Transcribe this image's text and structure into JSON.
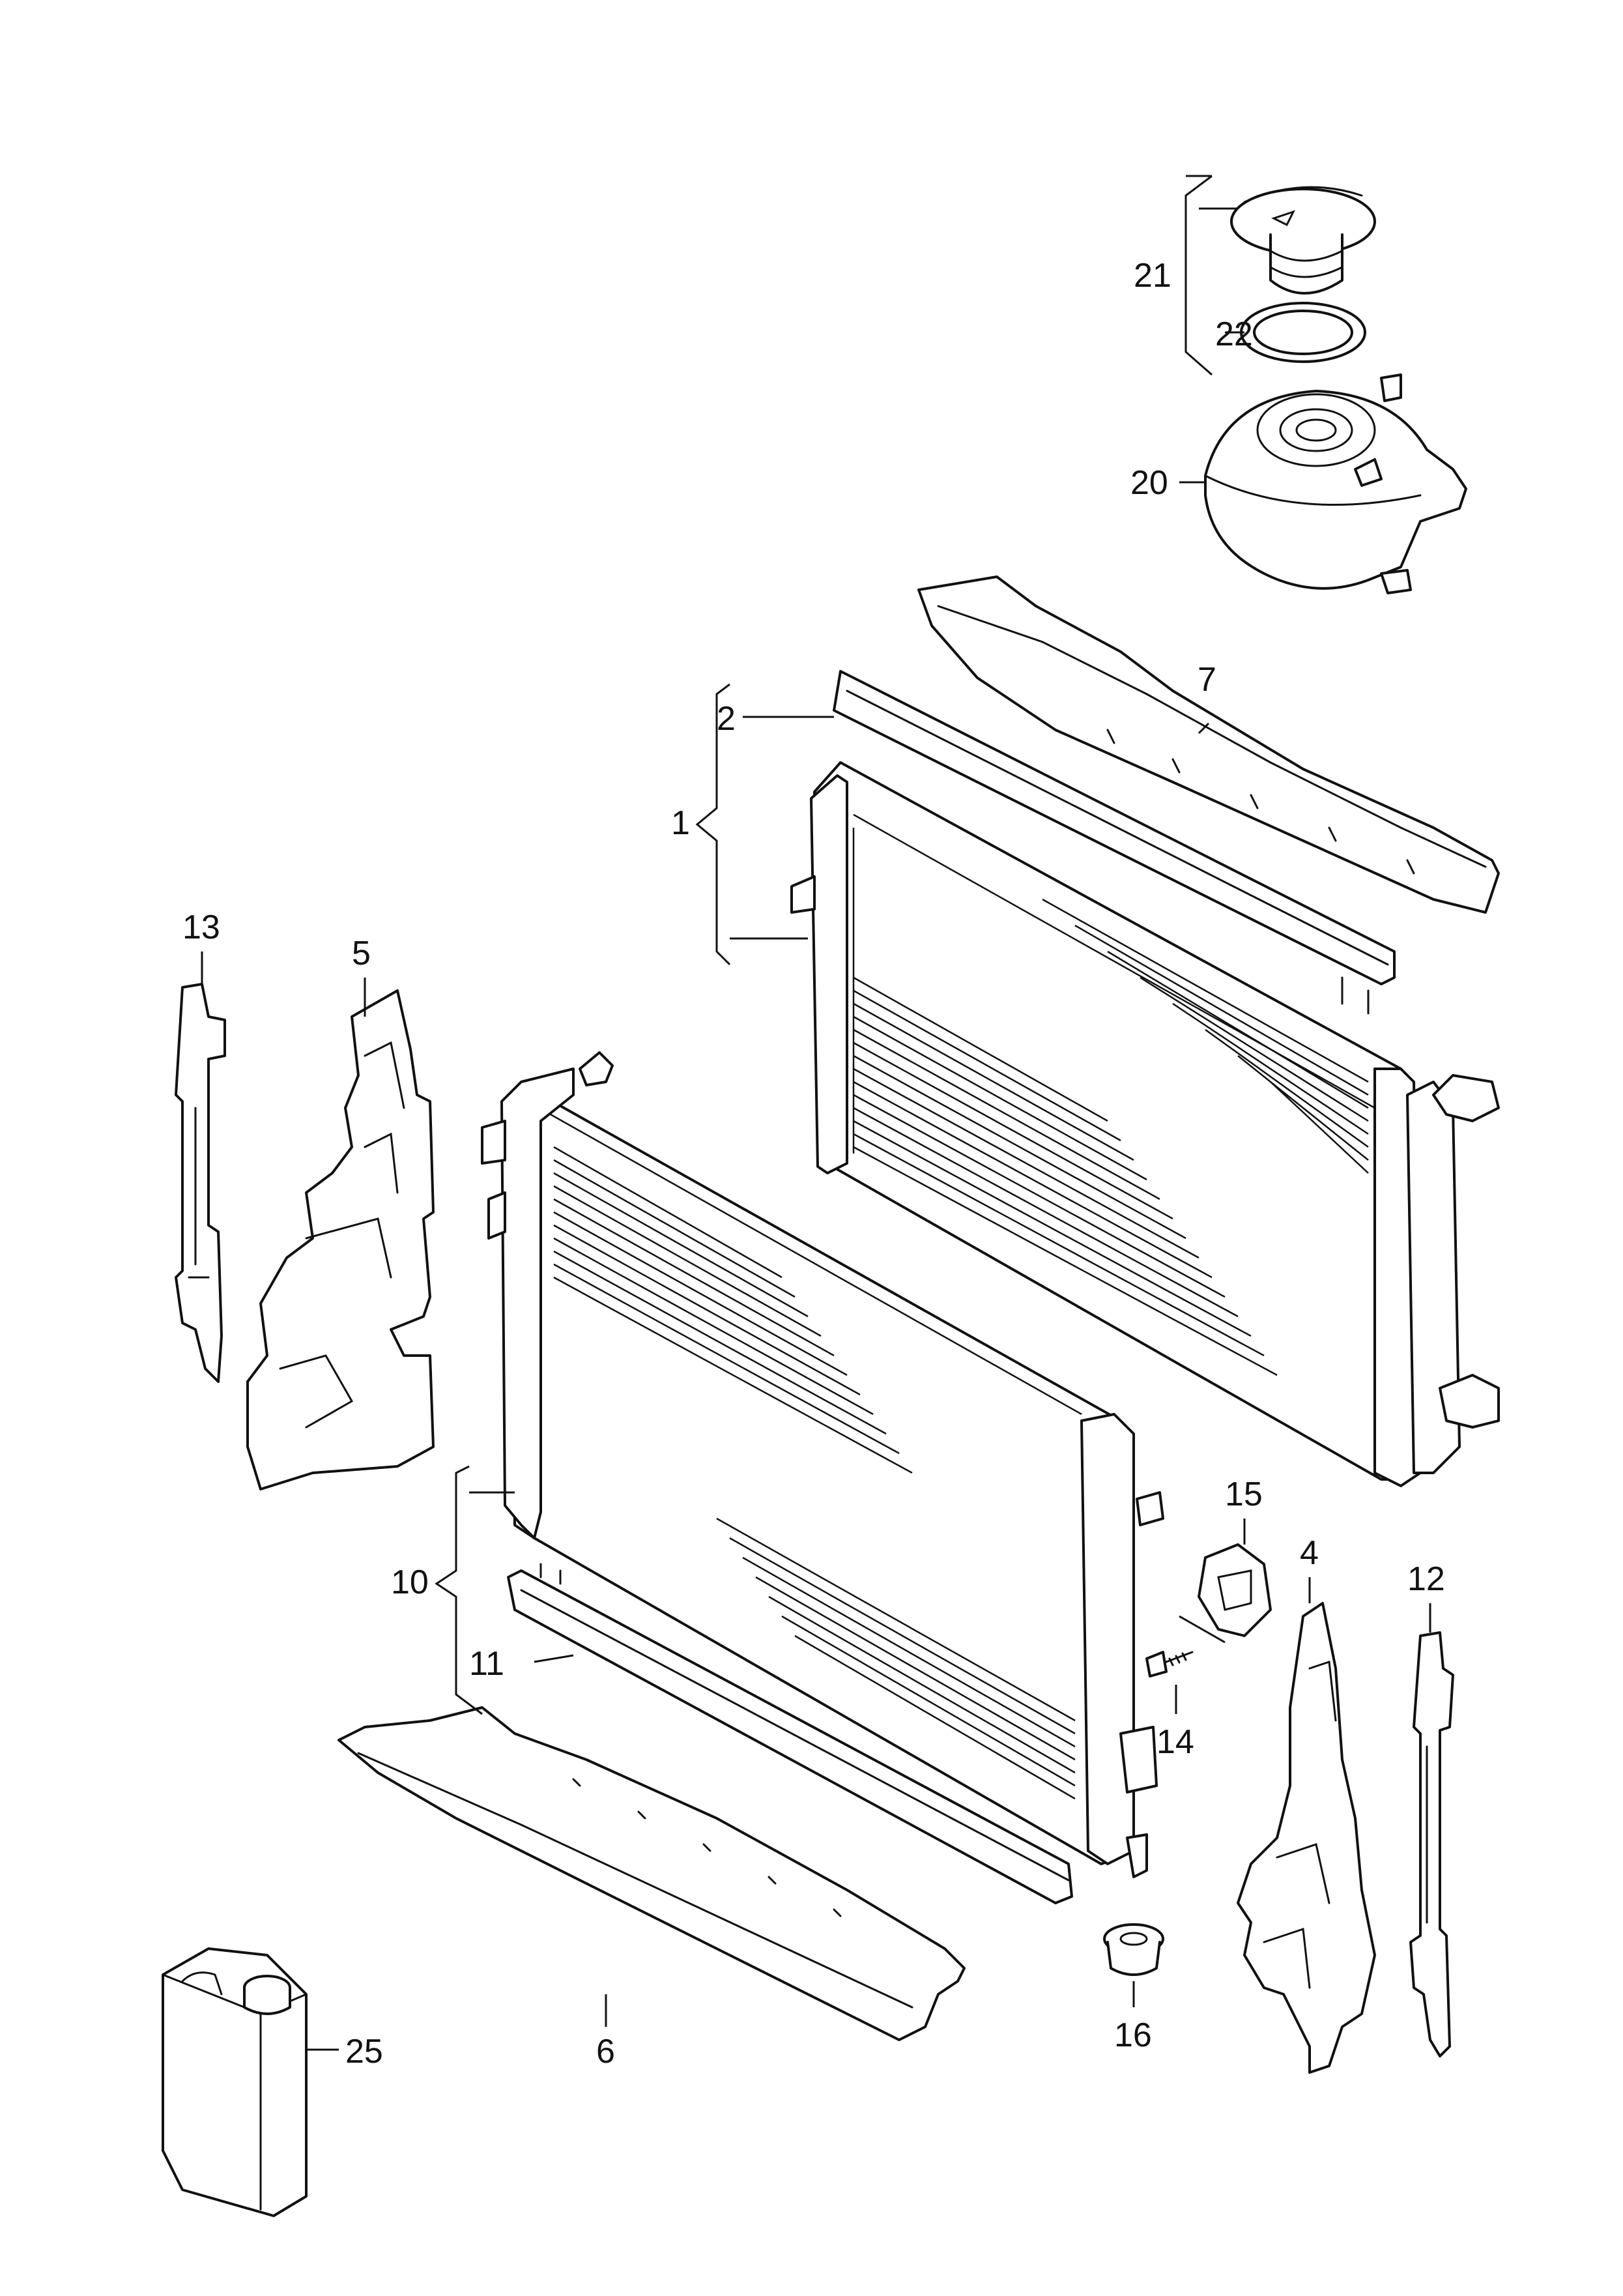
{
  "callouts": {
    "c1": "1",
    "c2": "2",
    "c4": "4",
    "c5": "5",
    "c6": "6",
    "c7": "7",
    "c10": "10",
    "c11": "11",
    "c12": "12",
    "c13": "13",
    "c14": "14",
    "c15": "15",
    "c16": "16",
    "c20": "20",
    "c21": "21",
    "c22": "22",
    "c25": "25"
  }
}
